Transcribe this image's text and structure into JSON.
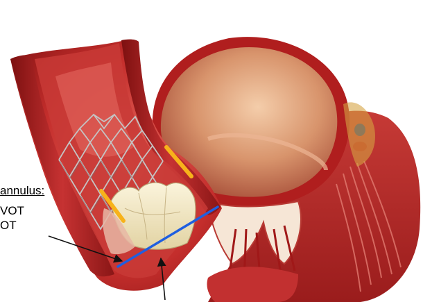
{
  "labels": {
    "annulus": "annulus:",
    "lvot_line1": "VOT",
    "lvot_line2": "OT"
  },
  "colors": {
    "muscle_dark": "#8e1414",
    "muscle": "#c0282a",
    "muscle_light": "#e0605a",
    "chamber_inner": "#d89070",
    "chamber_light": "#f3d0b0",
    "stent": "#b9b9b9",
    "leaflet": "#f1e7c6",
    "annulus_line": "#1f5fe0",
    "marker": "#f7b21b",
    "arrow": "#111111"
  }
}
